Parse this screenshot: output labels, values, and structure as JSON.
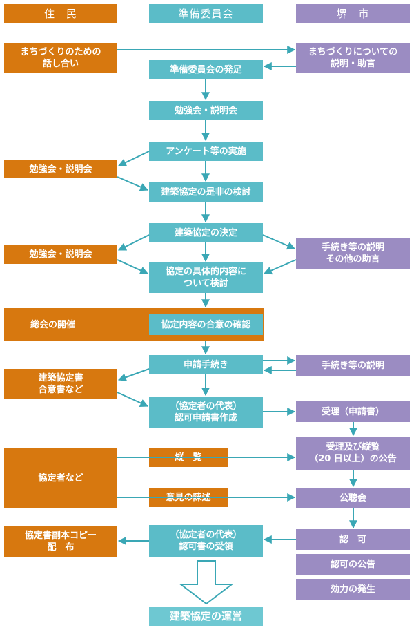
{
  "headers": {
    "residents": "住　民",
    "committee": "準備委員会",
    "city": "堺　市"
  },
  "residents": {
    "discussion": "まちづくりのための\n話し合い",
    "study1": "勉強会・説明会",
    "study2": "勉強会・説明会",
    "general_meeting": "総会の開催",
    "documents": "建築協定書\n合意書など",
    "parties": "協定者など",
    "copy_distribution": "協定書副本コピー\n配　布"
  },
  "committee": {
    "launch": "準備委員会の発足",
    "study": "勉強会・説明会",
    "survey": "アンケート等の実施",
    "examine": "建築協定の是非の検討",
    "decision": "建築協定の決定",
    "detail": "協定の具体的内容に\nついて検討",
    "consensus": "協定内容の合意の確認",
    "application": "申請手続き",
    "create_app": "（協定者の代表）\n認可申請書作成",
    "inspection": "縦　覧",
    "opinion": "意見の陳述",
    "receive": "（協定者の代表）\n認可書の受領",
    "operation": "建築協定の運営"
  },
  "city": {
    "explain": "まちづくりについての\n説明・助言",
    "procedure_explain": "手続き等の説明\nその他の助言",
    "procedure": "手続き等の説明",
    "accept": "受理（申請書）",
    "notice": "受理及び縦覧\n（20 日以上）の公告",
    "hearing": "公聴会",
    "approval": "認　可",
    "approval_notice": "認可の公告",
    "effect": "効力の発生"
  },
  "colors": {
    "residents": "#d7780f",
    "committee": "#5bbcc8",
    "city": "#9b8cc2",
    "arrow": "#3aa7b5"
  }
}
